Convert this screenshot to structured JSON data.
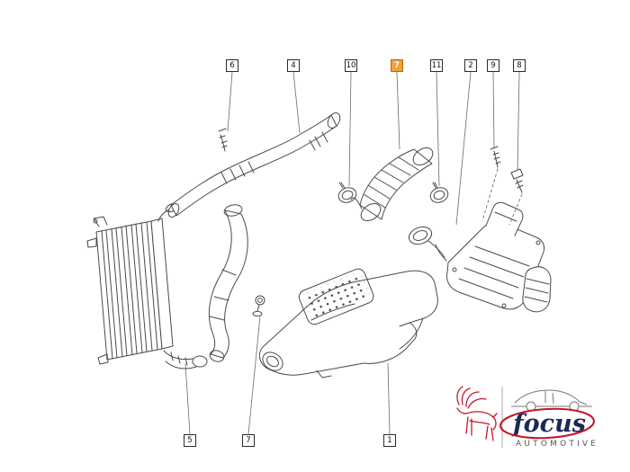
{
  "callouts": [
    {
      "label": "6",
      "highlighted": false
    },
    {
      "label": "4",
      "highlighted": false
    },
    {
      "label": "10",
      "highlighted": false
    },
    {
      "label": "7",
      "highlighted": true
    },
    {
      "label": "11",
      "highlighted": false
    },
    {
      "label": "2",
      "highlighted": false
    },
    {
      "label": "9",
      "highlighted": false
    },
    {
      "label": "8",
      "highlighted": false
    },
    {
      "label": "5",
      "highlighted": false
    },
    {
      "label": "7",
      "highlighted": false
    },
    {
      "label": "1",
      "highlighted": false
    }
  ],
  "logo": {
    "brand": "focus",
    "tagline": "AUTOMOTIVE"
  },
  "colors": {
    "highlight_fill": "#f4a136",
    "highlight_border": "#a96f15",
    "diagram_line": "#4a4a4a",
    "logo_red": "#c41627",
    "logo_navy": "#1c2a57",
    "logo_gray": "#555555"
  }
}
